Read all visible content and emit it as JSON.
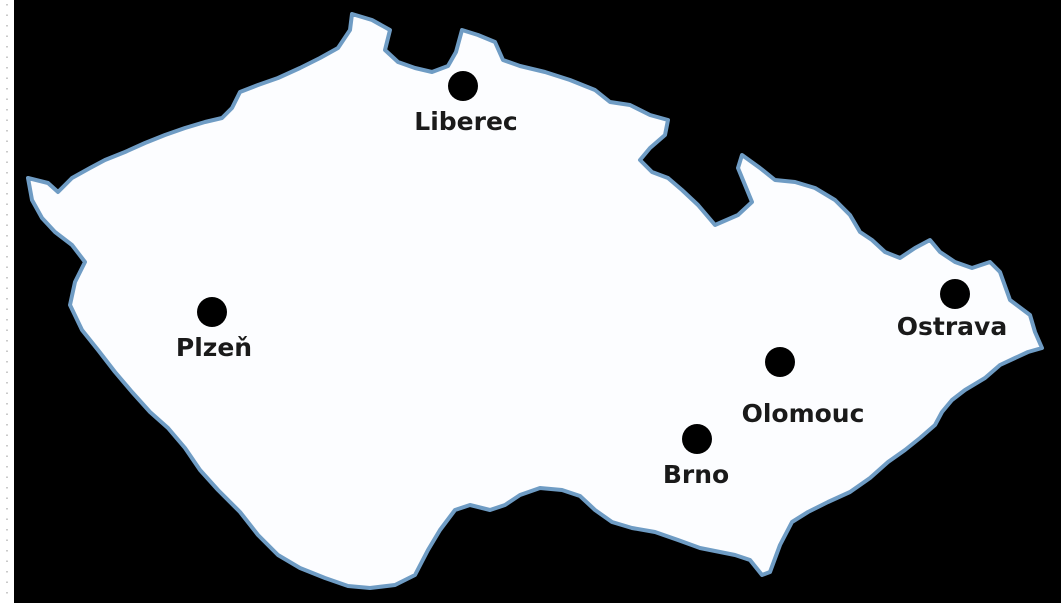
{
  "map": {
    "background_color": "#000000",
    "land_color": "#fcfdff",
    "border_color": "#6f9cc4",
    "marker_color": "#000000",
    "cities": [
      {
        "name": "Liberec"
      },
      {
        "name": "Plzeň"
      },
      {
        "name": "Ostrava"
      },
      {
        "name": "Olomouc"
      },
      {
        "name": "Brno"
      }
    ]
  }
}
